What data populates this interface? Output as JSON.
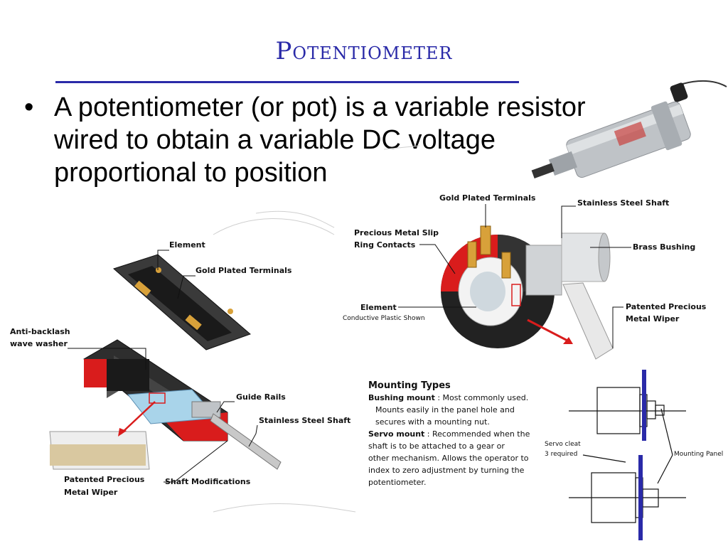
{
  "slide": {
    "title": "Potentiometer",
    "bullet": "A potentiometer (or pot) is a variable resistor wired to obtain a variable DC voltage proportional to position"
  },
  "left_diagram": {
    "labels": {
      "element": "Element",
      "gold_terminals": "Gold Plated Terminals",
      "anti_backlash_1": "Anti-backlash",
      "anti_backlash_2": "wave washer",
      "guide_rails": "Guide Rails",
      "shaft": "Stainless Steel Shaft",
      "wiper_1": "Patented Precious",
      "wiper_2": "Metal Wiper",
      "shaft_mods": "Shaft Modifications"
    }
  },
  "right_diagram": {
    "labels": {
      "gold_terminals": "Gold Plated Terminals",
      "shaft": "Stainless Steel Shaft",
      "slip_ring_1": "Precious Metal Slip",
      "slip_ring_2": "Ring Contacts",
      "brass_bushing": "Brass Bushing",
      "element": "Element",
      "element_note": "Conductive Plastic Shown",
      "wiper_1": "Patented Precious",
      "wiper_2": "Metal Wiper"
    }
  },
  "mounting": {
    "title": "Mounting Types",
    "bushing_label": "Bushing mount",
    "bushing_text_1": " : Most commonly used.",
    "bushing_text_2": "Mounts easily in the panel hole and",
    "bushing_text_3": "secures with a mounting nut.",
    "servo_label": "Servo mount",
    "servo_text_1": " : Recommended when the",
    "servo_text_2": "shaft is to be attached to a gear or",
    "servo_text_3": "other mechanism. Allows the operator to",
    "servo_text_4": "index to zero adjustment by turning the",
    "servo_text_5": "potentiometer.",
    "servo_cleat_1": "Servo cleat",
    "servo_cleat_2": "3 required",
    "mounting_panel": "Mounting Panel"
  },
  "colors": {
    "title": "#2a2aa8",
    "red": "#d91c1c",
    "gold": "#d8a13a",
    "panel": "#2a2aa8"
  }
}
